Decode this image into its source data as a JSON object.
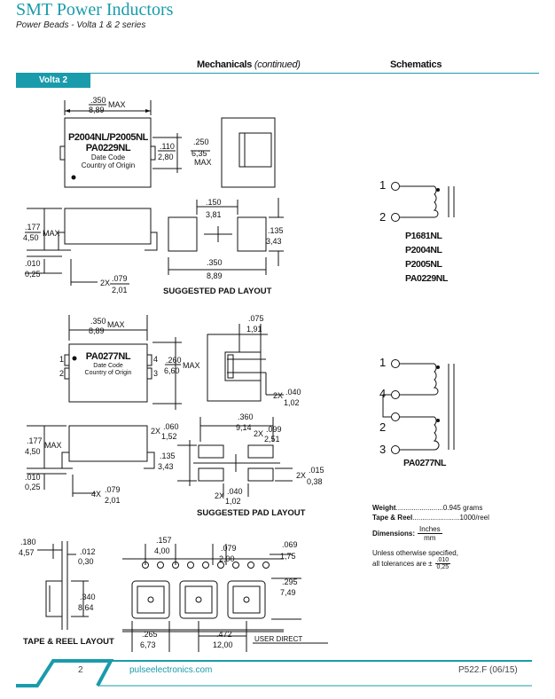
{
  "header": {
    "title": "SMT Power Inductors",
    "subtitle": "Power Beads - Volta 1 & 2 series"
  },
  "section": {
    "mechanicals": "Mechanicals",
    "continued": "(continued)",
    "schematics": "Schematics",
    "tag": "Volta 2"
  },
  "part1": {
    "label_line1": "P2004NL/P2005NL",
    "label_line2": "PA0229NL",
    "date_code": "Date Code",
    "country": "Country of Origin",
    "parts": [
      "P1681NL",
      "P2004NL",
      "P2005NL",
      "PA0229NL"
    ]
  },
  "part2": {
    "label": "PA0277NL",
    "date_code": "Date Code",
    "country": "Country of Origin",
    "parts": [
      "PA0277NL"
    ]
  },
  "dims": {
    "p1_width_in": ".350",
    "p1_width_mm": "8,89",
    "p1_h1_in": ".110",
    "p1_h1_mm": "2,80",
    "p1_h2_in": ".250",
    "p1_h2_mm": "6,35",
    "p1_side_in": ".177",
    "p1_side_mm": "4,50",
    "p1_foot_in": ".010",
    "p1_foot_mm": "0,25",
    "p1_term_in": ".079",
    "p1_term_mm": "2,01",
    "p1_pad_gap_in": ".150",
    "p1_pad_gap_mm": "3,81",
    "p1_pad_h_in": ".135",
    "p1_pad_h_mm": "3,43",
    "p1_pad_w_in": ".350",
    "p1_pad_w_mm": "8,89",
    "p2_width_in": ".350",
    "p2_width_mm": "8,89",
    "p2_h_in": ".260",
    "p2_h_mm": "6,60",
    "p2_top_in": ".075",
    "p2_top_mm": "1,91",
    "p2_lead_in": ".040",
    "p2_lead_mm": "1,02",
    "p2_side_in": ".177",
    "p2_side_mm": "4,50",
    "p2_foot_in": ".010",
    "p2_foot_mm": "0,25",
    "p2_term_in": ".079",
    "p2_term_mm": "2,01",
    "p2_pad_span_in": ".360",
    "p2_pad_span_mm": "9,14",
    "p2_pad_a_in": ".060",
    "p2_pad_a_mm": "1,52",
    "p2_pad_b_in": ".099",
    "p2_pad_b_mm": "2,51",
    "p2_pad_h_in": ".135",
    "p2_pad_h_mm": "3,43",
    "p2_pad_c_in": ".015",
    "p2_pad_c_mm": "0,38",
    "p2_pad_d_in": ".040",
    "p2_pad_d_mm": "1,02",
    "tr_a_in": ".180",
    "tr_a_mm": "4,57",
    "tr_b_in": ".012",
    "tr_b_mm": "0,30",
    "tr_c_in": ".340",
    "tr_c_mm": "8,64",
    "tr_d_in": ".157",
    "tr_d_mm": "4,00",
    "tr_e_in": ".079",
    "tr_e_mm": "2,00",
    "tr_f_in": ".069",
    "tr_f_mm": "1,75",
    "tr_g_in": ".295",
    "tr_g_mm": "7,49",
    "tr_h_in": ".265",
    "tr_h_mm": "6,73",
    "tr_i_in": ".472",
    "tr_i_mm": "12,00"
  },
  "labels": {
    "max": "MAX",
    "x2": "2X",
    "x4": "4X",
    "suggested_pad": "SUGGESTED PAD LAYOUT",
    "tape_reel": "TAPE & REEL LAYOUT",
    "user_direct": "USER DIRECT",
    "pin1": "1",
    "pin2": "2",
    "pin3": "3",
    "pin4": "4"
  },
  "specs": {
    "weight_label": "Weight",
    "weight_value": "0.945 grams",
    "tape_label": "Tape & Reel",
    "tape_value": "1000/reel",
    "dimensions_label": "Dimensions:",
    "dim_num": "Inches",
    "dim_den": "mm",
    "tolerance_line1": "Unless otherwise specified,",
    "tolerance_line2": "all tolerances are ±",
    "tol_num": ".010",
    "tol_den": "0,25"
  },
  "footer": {
    "page": "2",
    "url": "pulseelectronics.com",
    "code": "P522.F (06/15)"
  },
  "colors": {
    "accent": "#1a9bab"
  }
}
